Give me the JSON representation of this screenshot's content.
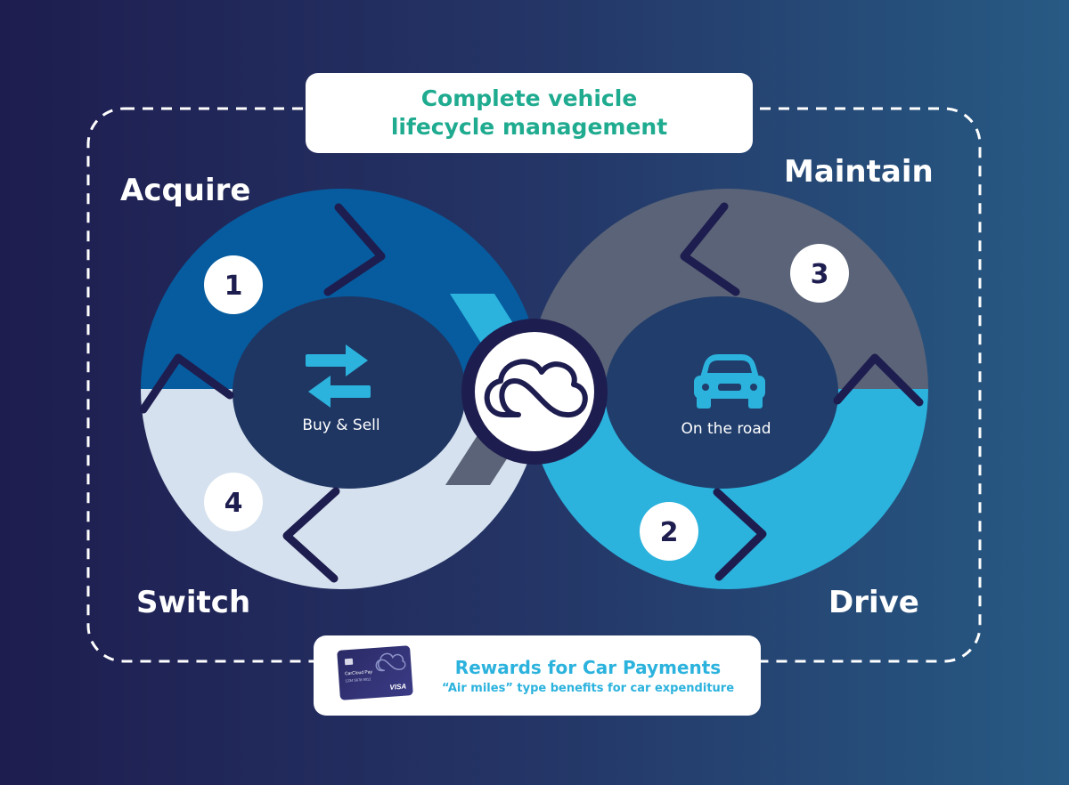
{
  "title": {
    "line1": "Complete vehicle",
    "line2": "lifecycle management"
  },
  "stages": {
    "acquire": "Acquire",
    "maintain": "Maintain",
    "switch": "Switch",
    "drive": "Drive"
  },
  "steps": {
    "acquire": "1",
    "drive": "2",
    "maintain": "3",
    "switch": "4"
  },
  "centers": {
    "left": "Buy & Sell",
    "right": "On the road"
  },
  "rewards": {
    "title": "Rewards for Car Payments",
    "subtitle": "“Air miles” type benefits for car expenditure",
    "card_brand": "CarCloud Pay",
    "card_number": "1234 5678 9012",
    "card_network": "VISA"
  },
  "icons": {
    "center": "cloud-infinity-logo-icon",
    "left": "swap-arrows-icon",
    "right": "car-icon",
    "card": "credit-card-icon"
  },
  "colors": {
    "acquire": "#065c9f",
    "switch": "#d5e1ee",
    "maintain": "#5a6377",
    "drive": "#2bb2dd",
    "hole": "#1f3663",
    "accent_green": "#1fab8f",
    "dark": "#1e1d4f"
  }
}
